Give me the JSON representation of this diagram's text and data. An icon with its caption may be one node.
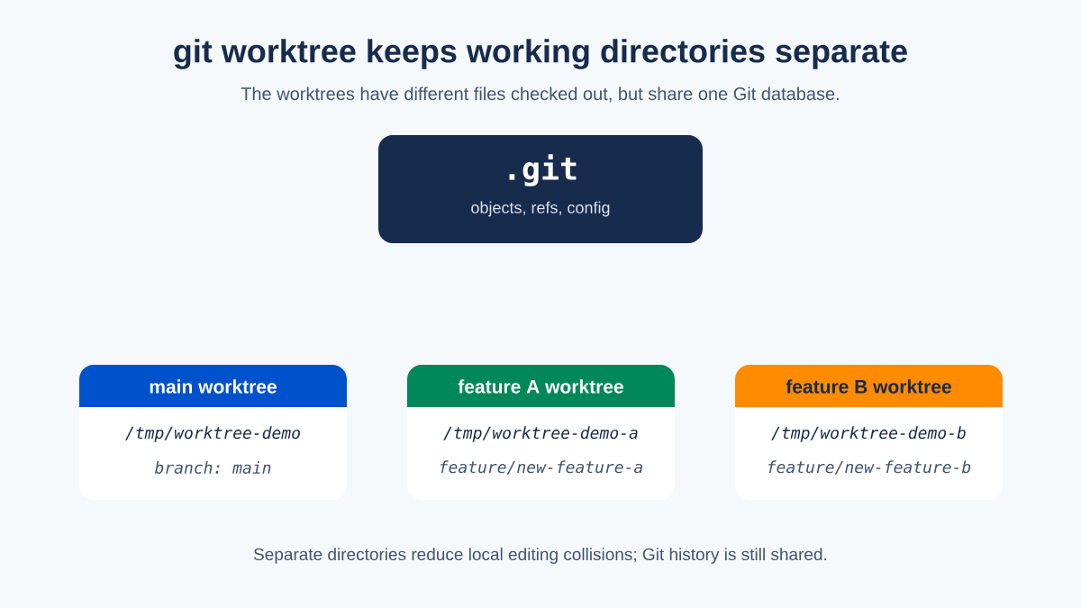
{
  "diagram": {
    "title": "git worktree keeps working directories separate",
    "caption": "Separate directories reduce local editing collisions; Git history is still shared.",
    "nodes": [
      {
        "text": [
          ".git",
          "objects, refs, config"
        ]
      },
      {
        "text": [
          "main worktree",
          "/tmp/worktree-demo",
          "branch: main"
        ]
      },
      {
        "text": [
          "feature A worktree",
          "/tmp/worktree-demo-a",
          "feature/new-feature-a"
        ]
      },
      {
        "text": [
          "feature B worktree",
          "/tmp/worktree-demo-b",
          "feature/new-feature-b"
        ]
      }
    ],
    "labels": [
      "The worktrees have different files checked out, but share one Git database."
    ]
  }
}
